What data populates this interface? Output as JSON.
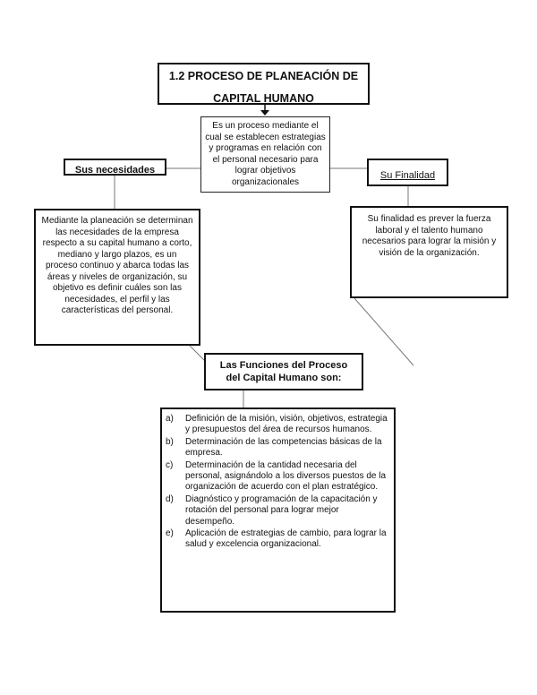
{
  "diagram": {
    "title_line1": "1.2 PROCESO DE PLANEACIÓN DE",
    "title_line2": "CAPITAL HUMANO",
    "definition": "Es un proceso mediante el cual se establecen estrategias y programas en relación con el personal necesario para lograr objetivos organizacionales",
    "needs_label": "Sus necesidades",
    "purpose_label": "Su Finalidad",
    "needs_text": "Mediante la planeación se determinan las necesidades de la empresa respecto a su capital humano a corto, mediano y largo plazos, es un proceso continuo y abarca todas las áreas y niveles de organización, su objetivo es definir cuáles son las necesidades, el perfil y las características del personal.",
    "purpose_text": "Su finalidad es prever la fuerza laboral y el talento humano necesarios para lograr la misión y visión de la organización.",
    "functions_title": "Las Funciones del Proceso del Capital Humano son:",
    "functions": [
      {
        "letter": "a)",
        "text": "Definición de la misión, visión, objetivos, estrategia y presupuestos del área de recursos humanos."
      },
      {
        "letter": "b)",
        "text": "Determinación de las competencias básicas de la empresa."
      },
      {
        "letter": "c)",
        "text": "Determinación de la cantidad necesaria del personal, asignándolo a los diversos puestos de la organización de acuerdo con el plan estratégico."
      },
      {
        "letter": "d)",
        "text": "Diagnóstico y programación de la capacitación y rotación del personal para lograr mejor desempeño."
      },
      {
        "letter": "e)",
        "text": "Aplicación de estrategias de cambio, para lograr la salud y excelencia organizacional."
      }
    ]
  }
}
